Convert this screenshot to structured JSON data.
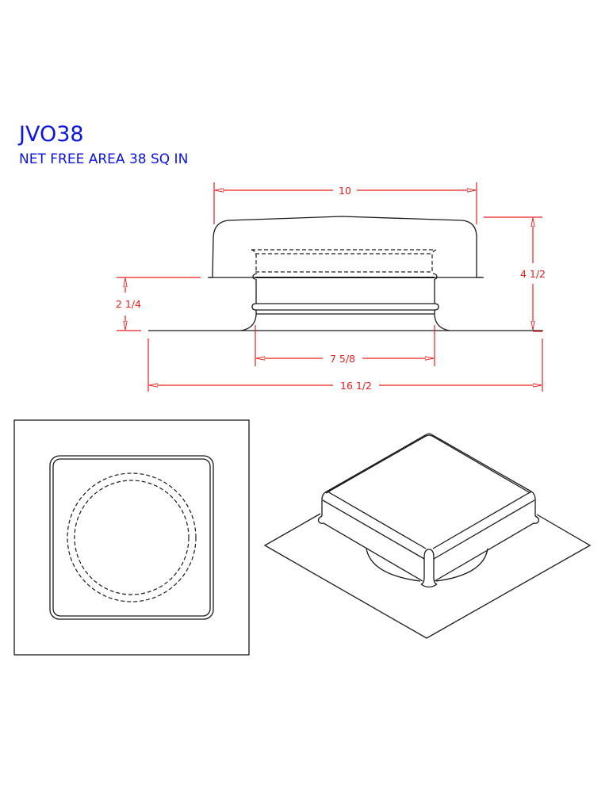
{
  "header": {
    "model": "JVO38",
    "subtitle": "NET FREE AREA 38 SQ IN",
    "title_color": "#0a14e6"
  },
  "colors": {
    "dimension": "#ee1c1c",
    "linework": "#1a1a1a",
    "background": "#ffffff"
  },
  "side_view": {
    "dimensions": {
      "hood_width": "10",
      "total_height": "4 1/2",
      "flange_to_hood": "2 1/4",
      "collar_diameter": "7 5/8",
      "flashing_width": "16 1/2"
    }
  },
  "top_view": {
    "label": "top-view"
  },
  "isometric_view": {
    "label": "isometric-view"
  }
}
